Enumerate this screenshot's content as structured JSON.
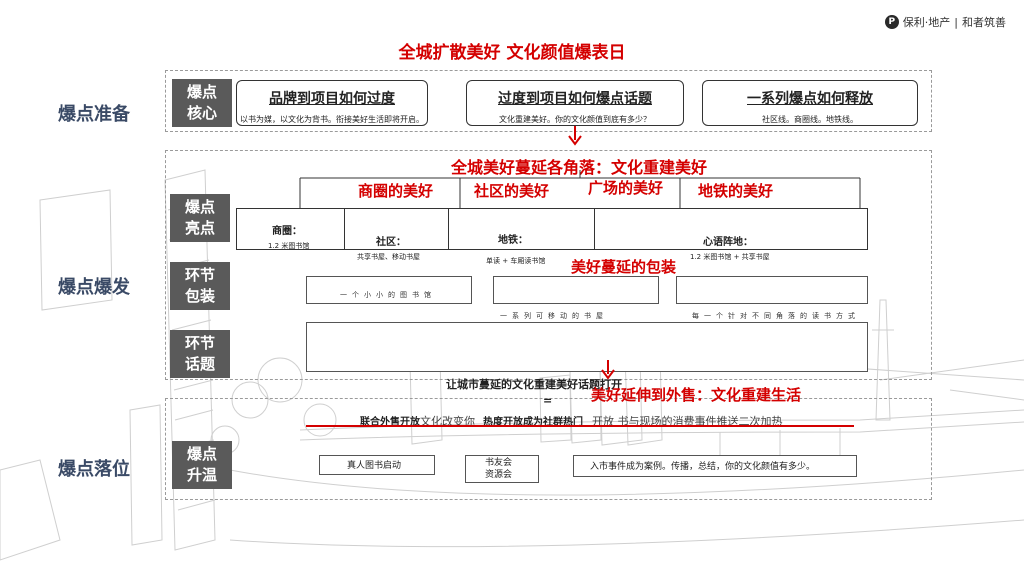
{
  "logo": {
    "mark": "P",
    "brand": "保利·地产",
    "divider": "|",
    "sub": "和者筑善"
  },
  "main_title": "全城扩散美好   文化颜值爆表日",
  "stages": {
    "prepare": "爆点准备",
    "burst": "爆点爆发",
    "land": "爆点落位"
  },
  "tags": {
    "core": "爆点\n核心",
    "highlight": "爆点\n亮点",
    "pack": "环节\n包装",
    "topic": "环节\n话题",
    "heat": "爆点\n升温"
  },
  "core_boxes": [
    {
      "title": "品牌到项目如何过度",
      "sub": "以书为媒，以文化为背书。衔接美好生活即将开启。"
    },
    {
      "title": "过度到项目如何爆点话题",
      "sub": "文化重建美好。你的文化颜值到底有多少？"
    },
    {
      "title": "一系列爆点如何释放",
      "sub": "社区线。商圈线。地铁线。"
    }
  ],
  "spread_title": "全城美好蔓延各角落：文化重建美好",
  "spread_items": [
    "商圈的美好",
    "社区的美好",
    "广场的美好",
    "地铁的美好"
  ],
  "venues": [
    {
      "label": "商圈：",
      "sub": "1.2 米图书馆"
    },
    {
      "label": "社区：",
      "sub": "共享书屋、移动书屋"
    },
    {
      "label": "地铁：",
      "sub": "单读 + 车厢读书馆"
    },
    {
      "label": "心语阵地：",
      "sub": "1.2 米图书馆 + 共享书屋"
    }
  ],
  "pack_title": "美好蔓延的包装",
  "pack_items": [
    "一个小小的图书馆",
    "一系列可移动的书屋",
    "每一个针对不同角落的读书方式"
  ],
  "topic_line": "让城市蔓延的文化重建美好话题打开",
  "equals": "=",
  "extend_title": "美好延伸到外售：文化重建生活",
  "land_texts": {
    "open": "联合外售开放",
    "change": "文化改变你",
    "popular": "热度开放成为社群热门",
    "market": "开放 书与现场的消费事件推送二次加热"
  },
  "heat_items": [
    "真人图书启动",
    "书友会\n资源会",
    "入市事件成为案例。传播，总结，你的文化颜值有多少。"
  ]
}
